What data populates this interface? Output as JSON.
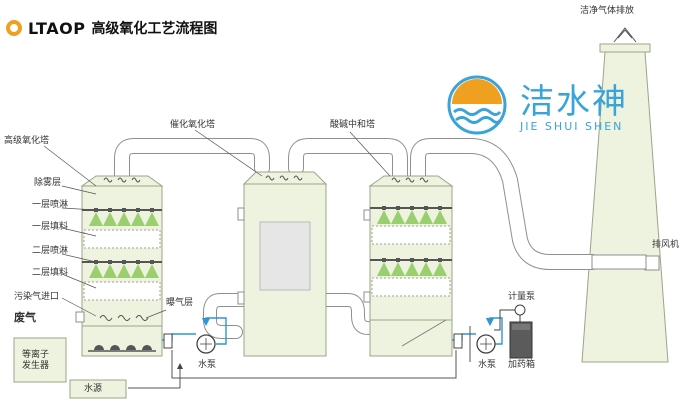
{
  "header": {
    "brand": "LTAOP",
    "title": "高级氧化工艺流程图"
  },
  "logo": {
    "name_cn": "洁水神",
    "name_en": "JIE SHUI SHEN"
  },
  "labels": {
    "clean_gas_out": "洁净气体排放",
    "advanced_oxidation_tower": "高级氧化塔",
    "demister": "除雾层",
    "spray_layer_1": "一层喷淋",
    "packing_layer_1": "一层填料",
    "spray_layer_2": "二层喷淋",
    "packing_layer_2": "二层填料",
    "pollutant_inlet": "污染气进口",
    "waste_gas": "废气",
    "plasma_generator": "等离子\n发生器",
    "water_source": "水源",
    "aeration_layer": "曝气层",
    "water_pump_1": "水泵",
    "catalytic_oxidation_tower": "催化氧化塔",
    "acid_base_tower": "酸碱中和塔",
    "metering_pump": "计量泵",
    "water_pump_2": "水泵",
    "dosing_tank": "加药箱",
    "exhaust_fan": "排风机"
  },
  "colors": {
    "tower_fill": "#eef3df",
    "tower_stroke": "#9aa48a",
    "duct_fill": "#ffffff",
    "duct_stroke": "#8f8f8f",
    "spray_green": "#7fc24a",
    "water_blue": "#2f95d4",
    "accent_orange": "#f0a020",
    "logo_blue": "#3aa3d8"
  }
}
